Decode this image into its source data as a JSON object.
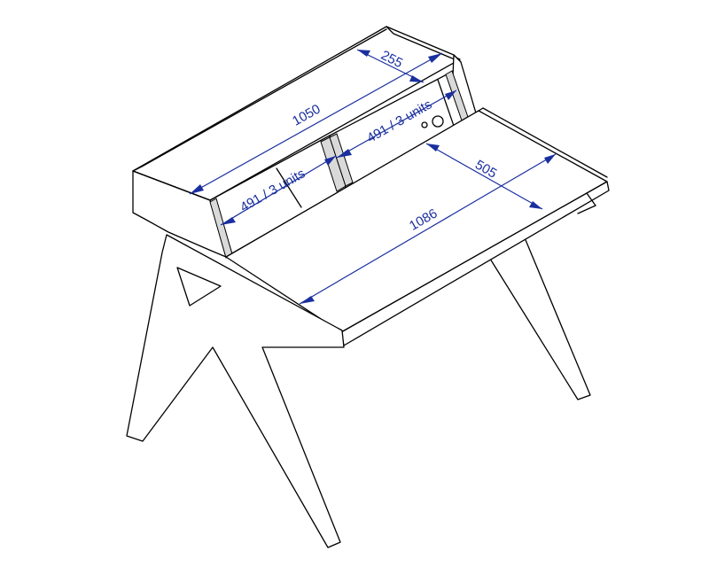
{
  "dimensions": {
    "overall_width": "1050",
    "riser_depth": "255",
    "rack_left": "491 / 3 units",
    "rack_right": "491 / 3 units",
    "desk_depth": "505",
    "desk_width": "1086"
  },
  "colors": {
    "dimension_line": "#1a2f9e",
    "outline": "#000000",
    "rail": "#d9d9d9"
  }
}
